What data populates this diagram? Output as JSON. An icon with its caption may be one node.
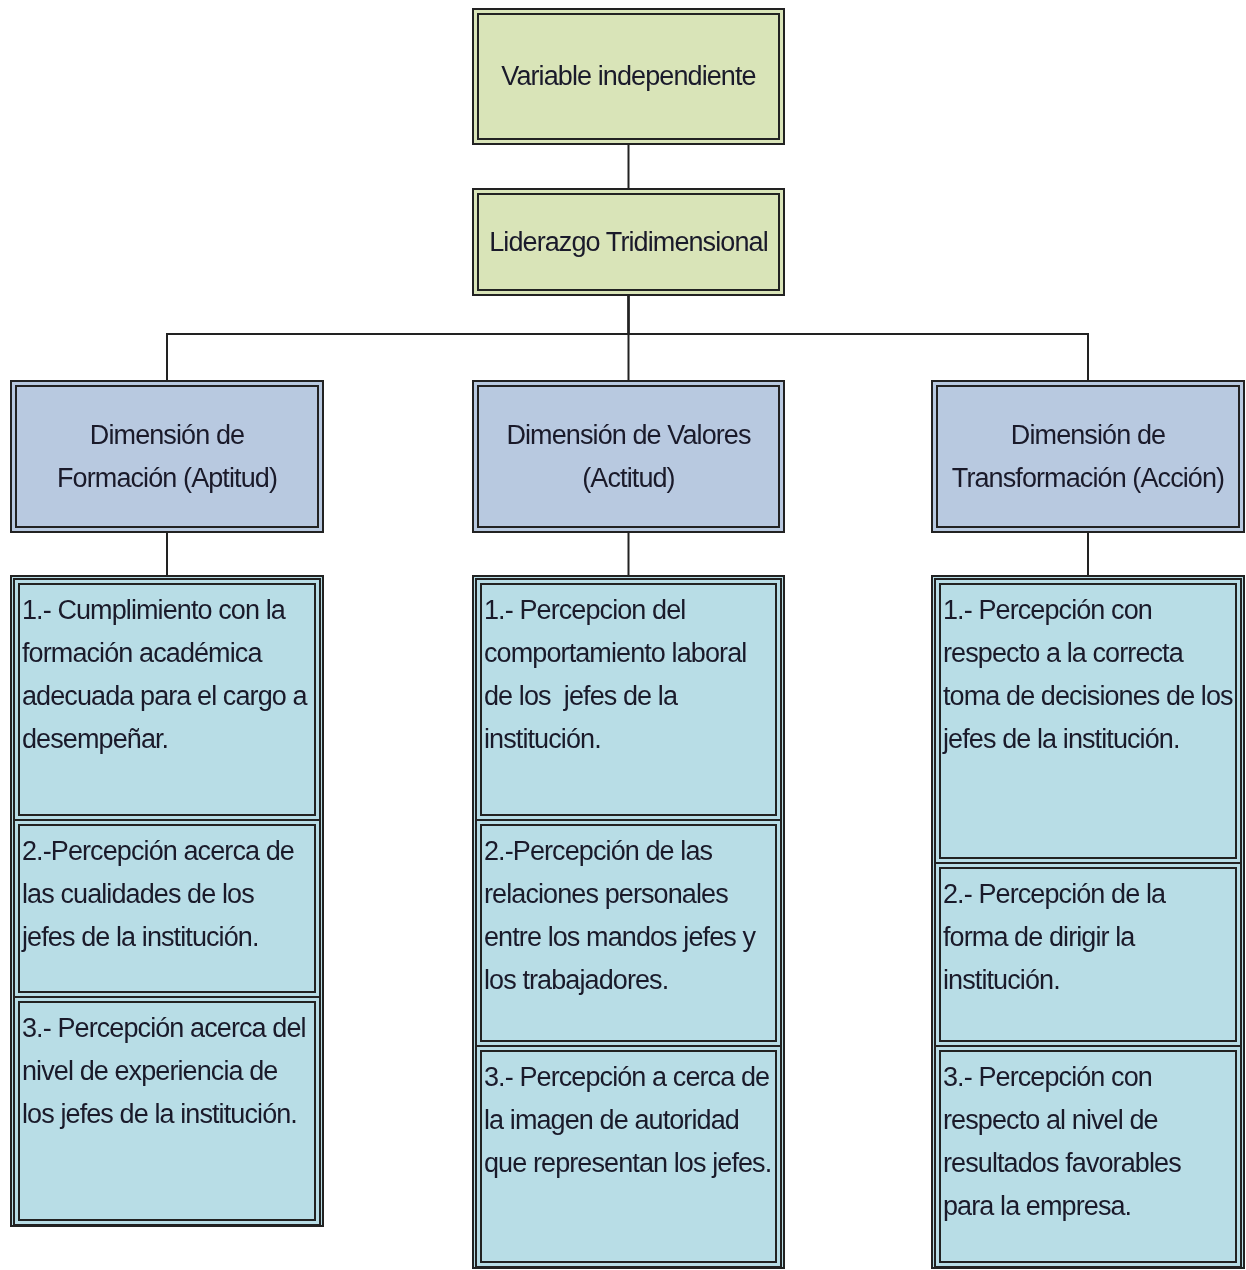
{
  "diagram": {
    "nodes": [
      {
        "text": [
          "Variable independiente"
        ]
      },
      {
        "text": [
          "Liderazgo Tridimensional"
        ]
      },
      {
        "text": [
          "Dimensión de Formación (Aptitud)"
        ]
      },
      {
        "text": [
          "Dimensión de Valores (Actitud)"
        ]
      },
      {
        "text": [
          "Dimensión de Transformación (Acción)"
        ]
      },
      {
        "text": [],
        "shape": "box"
      },
      {
        "text": [
          "1.- Cumplimiento con la formación académica adecuada para el cargo a desempeñar."
        ],
        "in": 5
      },
      {
        "text": [
          "2.-Percepción acerca de las cualidades de los jefes de la institución."
        ],
        "in": 5
      },
      {
        "text": [
          "3.- Percepción acerca del nivel de experiencia de los jefes de la institución."
        ],
        "in": 5
      },
      {
        "text": [],
        "shape": "box"
      },
      {
        "text": [
          "1.- Percepcion del comportamiento laboral  de los  jefes de la institución."
        ],
        "in": 9
      },
      {
        "text": [
          "2.-Percepción de las relaciones personales entre los mandos jefes y los trabajadores."
        ],
        "in": 9
      },
      {
        "text": [
          "3.- Percepción a cerca de la imagen de autoridad que representan los jefes."
        ],
        "in": 9
      },
      {
        "text": [],
        "shape": "box"
      },
      {
        "text": [
          "1.- Percepción con respecto a la correcta toma de decisiones de los jefes de la institución."
        ],
        "in": 13
      },
      {
        "text": [
          "2.- Percepción de la forma de dirigir la institución."
        ],
        "in": 13
      },
      {
        "text": [
          "3.- Percepción con respecto al nivel de resultados favorables para la empresa."
        ],
        "in": 13
      }
    ],
    "edges": [
      {
        "from": 0,
        "to": 1,
        "arrow": "none"
      },
      {
        "from": 1,
        "to": 2,
        "arrow": "none"
      },
      {
        "from": 1,
        "to": 3,
        "arrow": "none"
      },
      {
        "from": 1,
        "to": 4,
        "arrow": "none"
      },
      {
        "from": 2,
        "to": 5,
        "arrow": "none"
      },
      {
        "from": 3,
        "to": 9,
        "arrow": "none"
      },
      {
        "from": 4,
        "to": 13,
        "arrow": "none"
      }
    ]
  }
}
